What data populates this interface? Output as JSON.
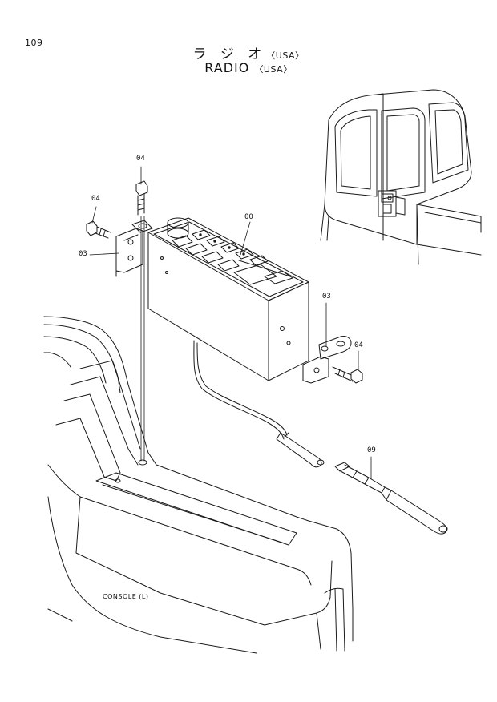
{
  "page": {
    "number": "109",
    "title_jp": "ラ ジ オ",
    "title_jp_suffix": "〈USA〉",
    "title_en": "RADIO",
    "title_en_suffix": "〈USA〉"
  },
  "callouts": {
    "c04_top": "04",
    "c04_left": "04",
    "c03_left": "03",
    "c00": "00",
    "c03_right": "03",
    "c04_right": "04",
    "c09": "09"
  },
  "labels": {
    "console": "CONSOLE (L)"
  }
}
